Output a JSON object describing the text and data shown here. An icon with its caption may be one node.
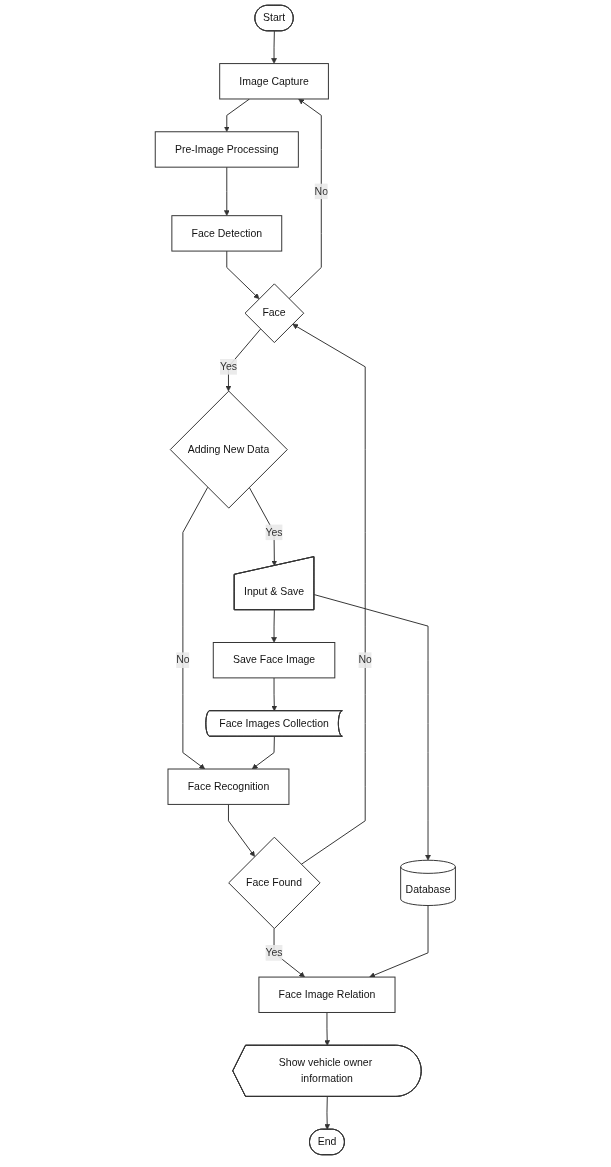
{
  "diagram": {
    "nodes": [
      {
        "text": [
          "Start"
        ]
      },
      {
        "text": [
          "Image Capture"
        ]
      },
      {
        "text": [
          "Pre-Image Processing"
        ]
      },
      {
        "text": [
          "Face Detection"
        ]
      },
      {
        "text": [
          "Face"
        ]
      },
      {
        "text": [
          "Adding New Data"
        ]
      },
      {
        "text": [
          "Face Recognition"
        ]
      },
      {
        "text": [
          "Face Found"
        ]
      },
      {
        "text": [
          "Input & Save"
        ]
      },
      {
        "text": [
          "Save Face Image"
        ]
      },
      {
        "text": [
          "Face Images Collection"
        ]
      },
      {
        "text": [
          "Database"
        ]
      },
      {
        "text": [
          "Face Image Relation"
        ]
      },
      {
        "text": [
          "Show vehicle owner information"
        ]
      },
      {
        "text": [
          "End"
        ]
      }
    ],
    "edges": [
      {
        "from": 0,
        "to": 1,
        "arrow": "to"
      },
      {
        "from": 1,
        "to": 2,
        "arrow": "to"
      },
      {
        "from": 2,
        "to": 3,
        "arrow": "to"
      },
      {
        "from": 3,
        "to": 4,
        "arrow": "to"
      },
      {
        "from": 4,
        "to": 1,
        "arrow": "to",
        "label": "No"
      },
      {
        "from": 4,
        "to": 5,
        "arrow": "to",
        "label": "Yes"
      },
      {
        "from": 5,
        "to": 8,
        "arrow": "to",
        "label": "Yes"
      },
      {
        "from": 5,
        "to": 6,
        "arrow": "to",
        "label": "No"
      },
      {
        "from": 6,
        "to": 7,
        "arrow": "to"
      },
      {
        "from": 7,
        "to": 4,
        "arrow": "to",
        "label": "No"
      },
      {
        "from": 7,
        "to": 12,
        "arrow": "to",
        "label": "Yes"
      },
      {
        "from": 8,
        "to": 9,
        "arrow": "to"
      },
      {
        "from": 9,
        "to": 10,
        "arrow": "to"
      },
      {
        "from": 10,
        "to": 6,
        "arrow": "to"
      },
      {
        "from": 8,
        "to": 11,
        "arrow": "to"
      },
      {
        "from": 11,
        "to": 12,
        "arrow": "to"
      },
      {
        "from": 12,
        "to": 13,
        "arrow": "to"
      },
      {
        "from": 13,
        "to": 14,
        "arrow": "to"
      }
    ]
  }
}
